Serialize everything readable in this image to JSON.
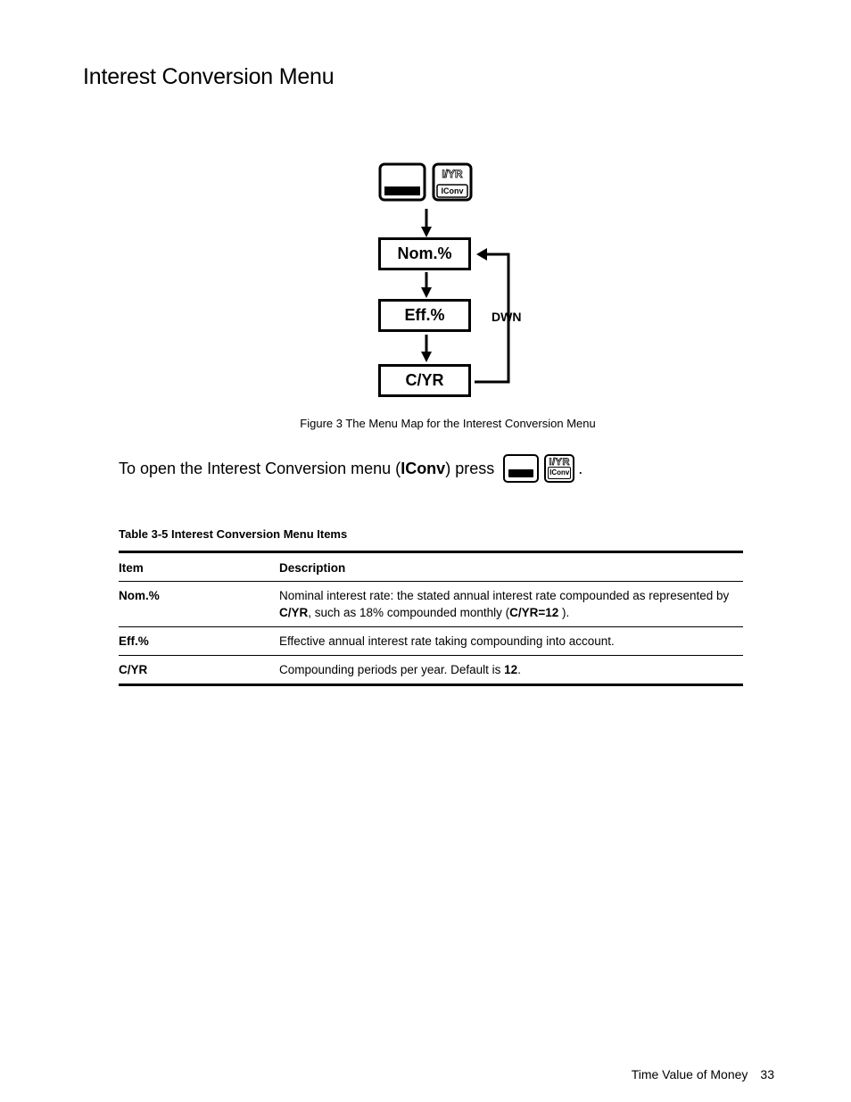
{
  "page": {
    "title": "Interest Conversion Menu",
    "footer_section": "Time Value of Money",
    "page_number": "33"
  },
  "figure": {
    "key_iyr_top": "I/YR",
    "key_iyr_bottom": "IConv",
    "menu_items": [
      "Nom.%",
      "Eff.%",
      "C/YR"
    ],
    "loop_label": "DWN",
    "caption": "Figure 3  The Menu Map for the Interest Conversion Menu"
  },
  "instruction": {
    "prefix": "To open the Interest Conversion menu (",
    "menu_name": "IConv",
    "suffix": ") press",
    "end": "."
  },
  "table": {
    "caption": "Table 3-5  Interest Conversion Menu Items",
    "headers": [
      "Item",
      "Description"
    ],
    "rows": [
      {
        "item": "Nom.%",
        "desc_1": "Nominal interest rate: the stated annual interest rate compounded as represented by",
        "desc_b1": "C/YR",
        "desc_2": ", such as 18% compounded monthly (",
        "desc_b2": "C/YR=12",
        "desc_3": " )."
      },
      {
        "item": "Eff.%",
        "desc": "Effective annual interest rate taking compounding into account."
      },
      {
        "item": "C/YR",
        "desc_1": "Compounding periods per year. Default is ",
        "desc_b1": "12",
        "desc_2": "."
      }
    ]
  }
}
